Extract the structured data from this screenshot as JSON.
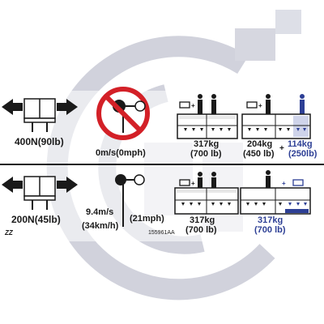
{
  "colors": {
    "watermark": "#c9cbd6",
    "watermark_square": "#cfd1db",
    "ink": "#1a1a1a",
    "blue": "#2d3f95",
    "prohibit_red": "#d32027"
  },
  "row1": {
    "force": "400N(90lb)",
    "speed": "0m/s(0mph)",
    "load_a_weight": "317kg",
    "load_a_weight_lb": "(700 lb)",
    "load_b_weight": "204kg",
    "load_b_weight_lb": "(450 lb)",
    "plus": "+",
    "load_b_extra": "114kg",
    "load_b_extra_lb": "(250lb)"
  },
  "row2": {
    "force": "200N(45lb)",
    "speed_ms": "9.4m/s",
    "speed_kmh": "(34km/h)",
    "speed_mph": "(21mph)",
    "load_a_weight": "317kg",
    "load_a_weight_lb": "(700 lb)",
    "plus": "+",
    "load_b_weight": "317kg",
    "load_b_weight_lb": "(700 lb)"
  },
  "footer": {
    "code_left": "ZZ",
    "part_number": "155961AA"
  },
  "icons": [
    "double-arrow-platform-icon",
    "no-wind-icon",
    "wind-icon",
    "person-icon",
    "toolbox-icon",
    "platform-load-icon"
  ]
}
